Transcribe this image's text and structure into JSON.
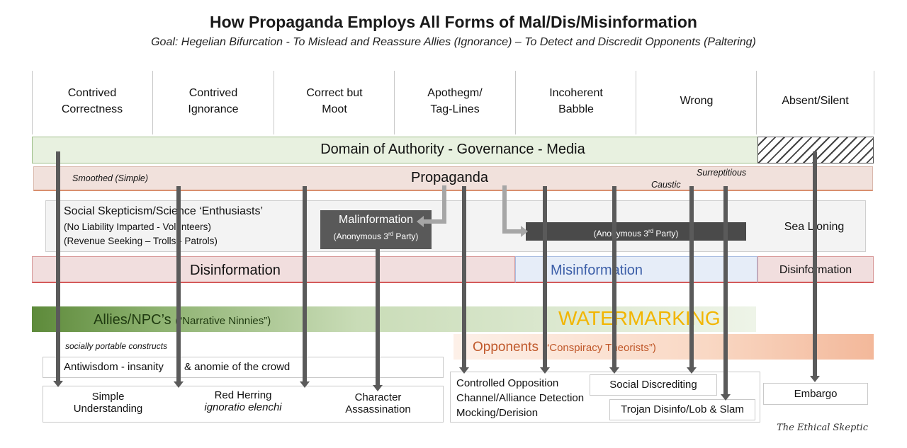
{
  "title": "How Propaganda Employs All Forms of Mal/Dis/Misinformation",
  "subtitle": "Goal: Hegelian Bifurcation - To Mislead and Reassure Allies (Ignorance) – To Detect and Discredit Opponents (Paltering)",
  "columns": [
    {
      "line1": "Contrived",
      "line2": "Correctness"
    },
    {
      "line1": "Contrived",
      "line2": "Ignorance"
    },
    {
      "line1": "Correct but",
      "line2": "Moot"
    },
    {
      "line1": "Apothegm/",
      "line2": "Tag-Lines"
    },
    {
      "line1": "Incoherent",
      "line2": "Babble"
    },
    {
      "line1": "Wrong",
      "line2": ""
    },
    {
      "line1": "Absent/Silent",
      "line2": ""
    }
  ],
  "bands": {
    "authority": "Domain of Authority - Governance - Media",
    "propaganda": "Propaganda",
    "smoothed": "Smoothed (Simple)",
    "caustic": "Caustic",
    "surreptitious": "Surreptitious",
    "skeptic_title": "Social Skepticism/Science ‘Enthusiasts’",
    "skeptic_sub1": "(No Liability Imparted - Volunteers)",
    "skeptic_sub2": "(Revenue Seeking – Trolls - Patrols)",
    "malinformation": "Malinformation",
    "anon_party_left": "(Anonymous 3",
    "anon_party_right": " Party)",
    "anon_sup": "rd",
    "sea_lioning": "Sea Lioning",
    "disinformation": "Disinformation",
    "misinformation": "Misinformation",
    "disinformation_right": "Disinformation",
    "allies": "Allies/NPC’s",
    "allies_quote": "(“Narrative Ninnies”)",
    "watermarking": "WATERMARKING",
    "opponents": "Opponents",
    "opponents_quote": "(“Conspiracy Theorists”)",
    "portable": "socially portable constructs",
    "antiwisdom_a": "Antiwisdom - insanity",
    "antiwisdom_b": "& anomie of the crowd"
  },
  "outcomes": {
    "simple1": "Simple",
    "simple2": "Understanding",
    "herring1": "Red Herring",
    "herring2": "ignoratio elenchi",
    "character1": "Character",
    "character2": "Assassination",
    "controlled1": "Controlled Opposition",
    "controlled2": "Channel/Alliance Detection",
    "controlled3": "Mocking/Derision",
    "discrediting": "Social Discrediting",
    "trojan": "Trojan Disinfo/Lob & Slam",
    "embargo": "Embargo"
  },
  "signature": "The Ethical Skeptic",
  "colors": {
    "arrow_dark": "#5a5a5a",
    "arrow_light": "#9b9b9b",
    "watermark": "#f2b500",
    "misinfo_text": "#3b5ea8",
    "opponents_text": "#c0582a",
    "allies_text": "#1f3a10"
  }
}
